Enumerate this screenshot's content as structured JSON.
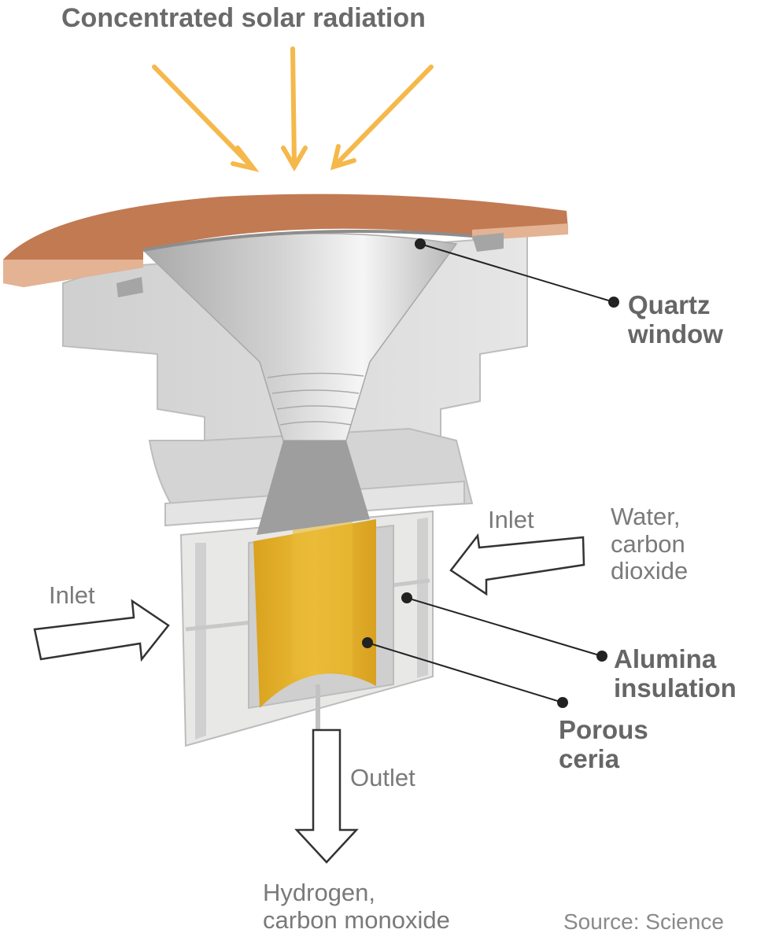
{
  "title": "Concentrated solar radiation",
  "labels": {
    "quartz_window": [
      "Quartz",
      "window"
    ],
    "alumina_insulation": [
      "Alumina",
      "insulation"
    ],
    "porous_ceria": [
      "Porous",
      "ceria"
    ],
    "inlet_right": "Inlet",
    "inlet_left": "Inlet",
    "inlet_gases": [
      "Water,",
      "carbon",
      "dioxide"
    ],
    "outlet": "Outlet",
    "outlet_gases": [
      "Hydrogen,",
      "carbon monoxide"
    ]
  },
  "source": "Source: Science",
  "colors": {
    "solar_arrow": "#f5b84a",
    "copper_lid": "#c27a52",
    "copper_edge": "#e3b394",
    "housing": "#d9d9d9",
    "insulation": "#e6e6e4",
    "ceria": "#e6b530",
    "cone": "#c8c8c8",
    "leader": "#222222"
  }
}
